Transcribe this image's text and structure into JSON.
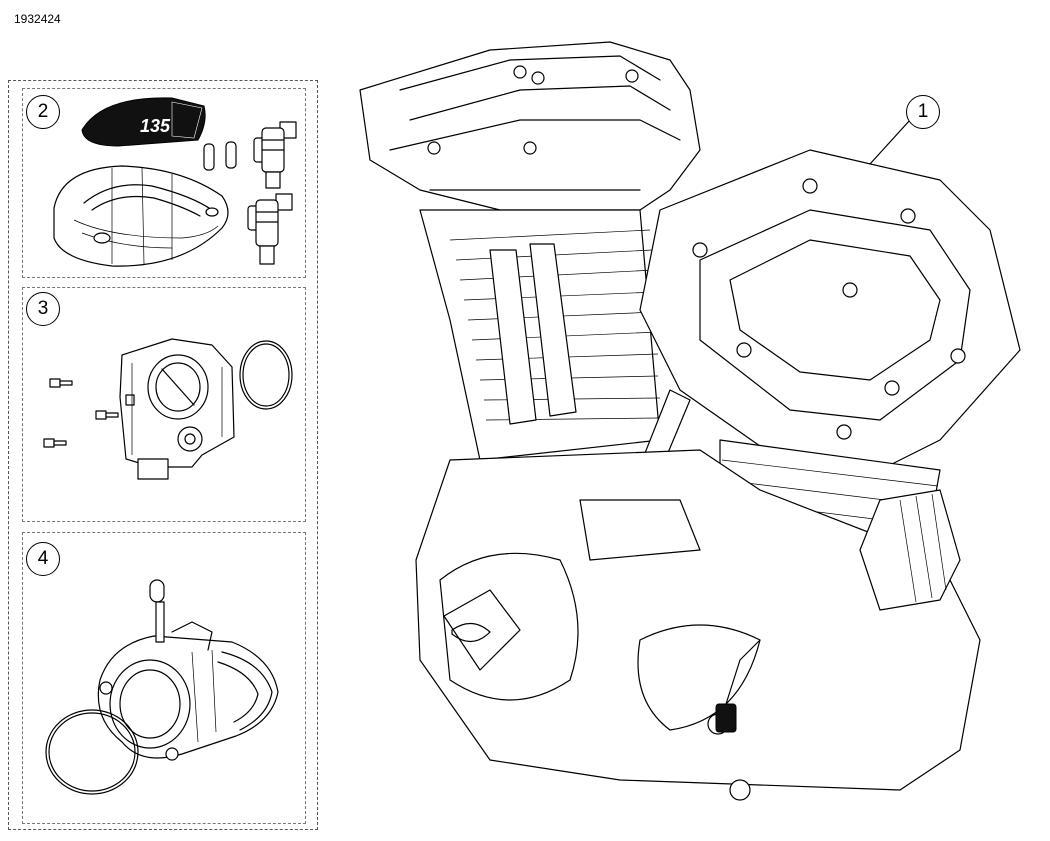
{
  "document": {
    "id": "1932424"
  },
  "callouts": [
    {
      "number": "1"
    },
    {
      "number": "2"
    },
    {
      "number": "3"
    },
    {
      "number": "4"
    }
  ],
  "emblem_text": "135"
}
